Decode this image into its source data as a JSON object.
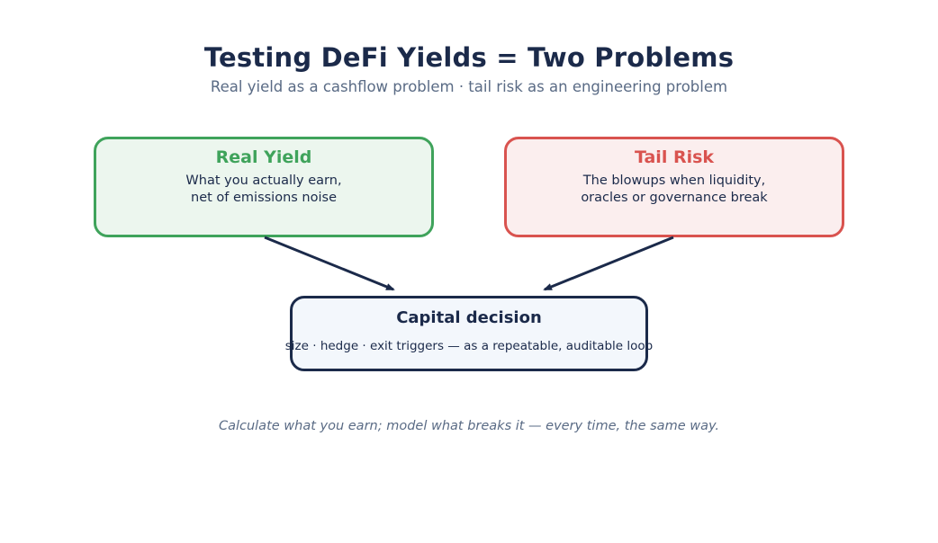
{
  "title": "Testing DeFi Yields = Two Problems",
  "subtitle": "Real yield as a cashflow problem · tail risk as an engineering problem",
  "nodes": {
    "real_yield": {
      "title": "Real Yield",
      "lines": [
        "What you actually earn,",
        "net of emissions noise"
      ],
      "color": "#3fa35b"
    },
    "tail_risk": {
      "title": "Tail Risk",
      "lines": [
        "The blowups when liquidity,",
        "oracles or governance break"
      ],
      "color": "#d9534f"
    },
    "capital_decision": {
      "title": "Capital decision",
      "text": "size · hedge · exit triggers — as a repeatable, auditable loop",
      "color": "#1b2a4a"
    }
  },
  "edges": [
    {
      "from": "Real Yield",
      "to": "Capital decision"
    },
    {
      "from": "Tail Risk",
      "to": "Capital decision"
    }
  ],
  "footer": "Calculate what you earn; model what breaks it — every time, the same way."
}
